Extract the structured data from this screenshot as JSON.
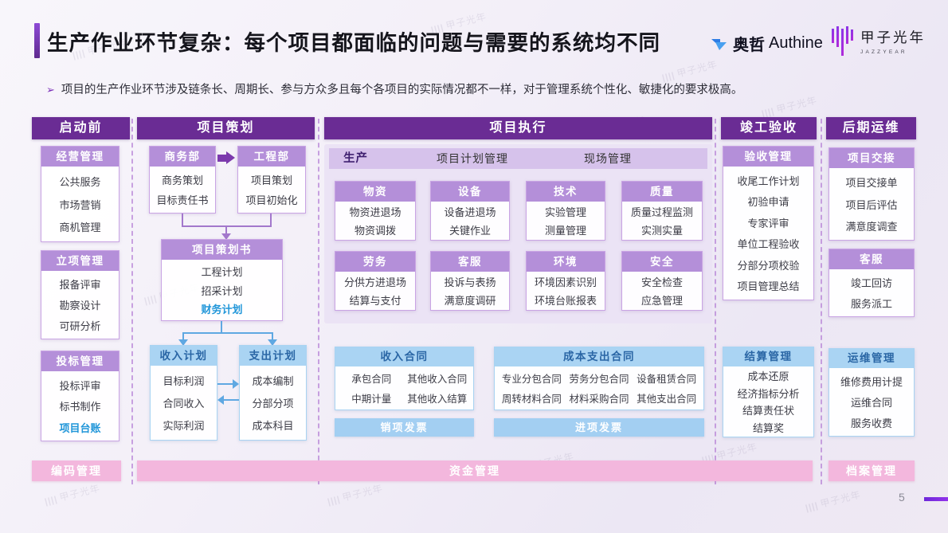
{
  "slide": {
    "title": "生产作业环节复杂：每个项目都面临的问题与需要的系统均不同",
    "bullet": "➢",
    "subtitle": "项目的生产作业环节涉及链条长、周期长、参与方众多且每个各项目的实际情况都不一样，对于管理系统个性化、敏捷化的要求极高。",
    "page_number": "5",
    "watermark": "甲子光年",
    "watermark_bars": "||||"
  },
  "logos": {
    "authine": {
      "zh": "奥哲",
      "en": "Authine"
    },
    "jazzyear": {
      "zh": "甲子光年",
      "en": "JAZZYEAR"
    }
  },
  "stages": {
    "pre_launch": {
      "label": "启动前",
      "business_mgmt": {
        "title": "经营管理",
        "items": [
          "公共服务",
          "市场营销",
          "商机管理"
        ]
      },
      "initiation_mgmt": {
        "title": "立项管理",
        "items": [
          "报备评审",
          "勘察设计",
          "可研分析"
        ]
      },
      "bidding_mgmt": {
        "title": "投标管理",
        "items": [
          "投标评审",
          "标书制作",
          "项目台账"
        ]
      }
    },
    "planning": {
      "label": "项目策划",
      "commerce_dept": {
        "title": "商务部",
        "items": [
          "商务策划",
          "目标责任书"
        ]
      },
      "engineering_dept": {
        "title": "工程部",
        "items": [
          "项目策划",
          "项目初始化"
        ]
      },
      "plan_book": {
        "title": "项目策划书",
        "items": [
          "工程计划",
          "招采计划",
          "财务计划"
        ]
      },
      "income_plan": {
        "title": "收入计划",
        "items": [
          "目标利润",
          "合同收入",
          "实际利润"
        ]
      },
      "expense_plan": {
        "title": "支出计划",
        "items": [
          "成本编制",
          "分部分项",
          "成本科目"
        ]
      }
    },
    "execution": {
      "label": "项目执行",
      "band": {
        "production": "生产",
        "plan_mgmt": "项目计划管理",
        "site_mgmt": "现场管理"
      },
      "materials": {
        "title": "物资",
        "items": [
          "物资进退场",
          "物资调拨"
        ]
      },
      "equipment": {
        "title": "设备",
        "items": [
          "设备进退场",
          "关键作业"
        ]
      },
      "technology": {
        "title": "技术",
        "items": [
          "实验管理",
          "测量管理"
        ]
      },
      "quality": {
        "title": "质量",
        "items": [
          "质量过程监测",
          "实测实量"
        ]
      },
      "labor": {
        "title": "劳务",
        "items": [
          "分供方进退场",
          "结算与支付"
        ]
      },
      "customer_service": {
        "title": "客服",
        "items": [
          "投诉与表扬",
          "满意度调研"
        ]
      },
      "environment": {
        "title": "环境",
        "items": [
          "环境因素识别",
          "环境台账报表"
        ]
      },
      "safety": {
        "title": "安全",
        "items": [
          "安全检查",
          "应急管理"
        ]
      },
      "income_contract": {
        "title": "收入合同",
        "items": [
          "承包合同",
          "其他收入合同",
          "中期计量",
          "其他收入结算"
        ]
      },
      "cost_contract": {
        "title": "成本支出合同",
        "items": [
          "专业分包合同",
          "劳务分包合同",
          "设备租赁合同",
          "周转材料合同",
          "材料采购合同",
          "其他支出合同"
        ]
      },
      "output_invoice": "销项发票",
      "input_invoice": "进项发票"
    },
    "acceptance": {
      "label": "竣工验收",
      "acceptance_mgmt": {
        "title": "验收管理",
        "items": [
          "收尾工作计划",
          "初验申请",
          "专家评审",
          "单位工程验收",
          "分部分项校验",
          "项目管理总结"
        ]
      },
      "settlement_mgmt": {
        "title": "结算管理",
        "items": [
          "成本还原",
          "经济指标分析",
          "结算责任状",
          "结算奖"
        ]
      }
    },
    "operation": {
      "label": "后期运维",
      "handover": {
        "title": "项目交接",
        "items": [
          "项目交接单",
          "项目后评估",
          "满意度调查"
        ]
      },
      "customer_service": {
        "title": "客服",
        "items": [
          "竣工回访",
          "服务派工"
        ]
      },
      "ops_mgmt": {
        "title": "运维管理",
        "items": [
          "维修费用计提",
          "运维合同",
          "服务收费"
        ]
      }
    }
  },
  "bottom_bars": {
    "coding": "编码管理",
    "funds": "资金管理",
    "archives": "档案管理"
  },
  "colors": {
    "stage_header_bg": "#6a2c94",
    "group_header_bg": "#b48fd9",
    "group_border": "#c9a4e4",
    "band_bg": "#d6c2eb",
    "exec_container_bg": "#ebe3f5",
    "blue_header_bg": "#aad4f3",
    "blue_header_text": "#2a66a5",
    "invoice_bar_bg": "#a3cff2",
    "pink_bar_bg": "#f3b7dd",
    "highlight_text": "#2196d9",
    "dashed_line": "#b57fd6",
    "accent_purple": "#6d28d9"
  }
}
